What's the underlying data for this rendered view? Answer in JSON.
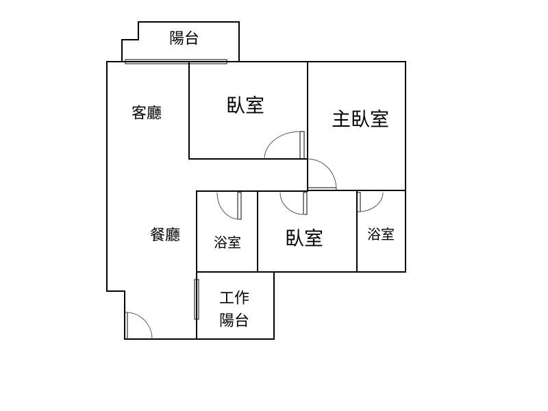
{
  "floor_plan": {
    "rooms": {
      "balcony": "陽台",
      "living_room": "客廳",
      "bedroom_1": "臥室",
      "master_bedroom": "主臥室",
      "dining_room": "餐廳",
      "bathroom_1": "浴室",
      "bedroom_2": "臥室",
      "bathroom_2": "浴室",
      "work_balcony_line1": "工作",
      "work_balcony_line2": "陽台"
    }
  }
}
